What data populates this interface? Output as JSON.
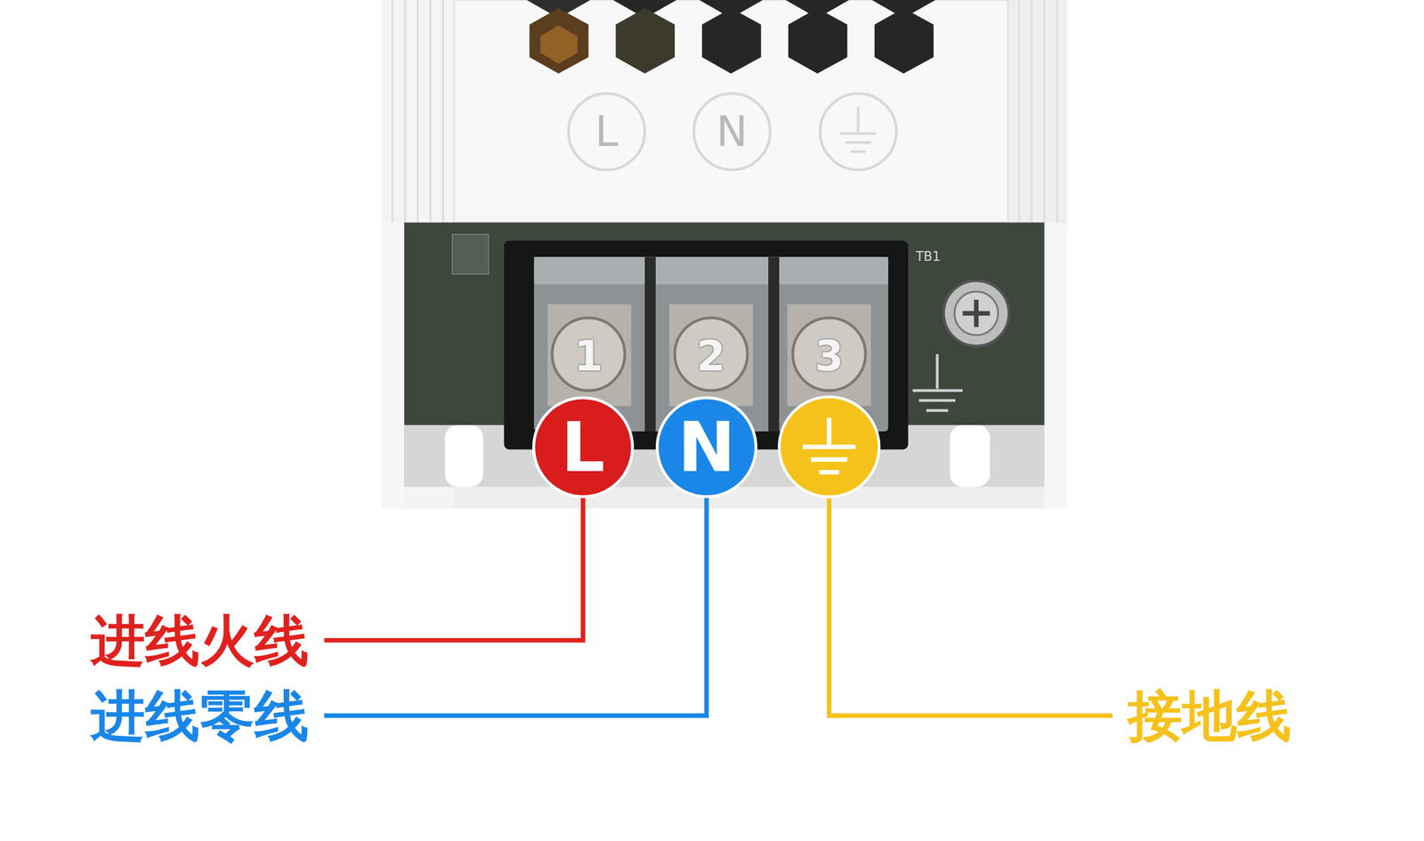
{
  "diagram": {
    "nodes": [
      {
        "text": [
          "L"
        ]
      },
      {
        "text": [
          "N"
        ]
      }
    ],
    "labels": [
      "L",
      "N",
      "1",
      "2",
      "3",
      "TB1",
      "进线火线",
      "进线零线",
      "接地线"
    ]
  }
}
